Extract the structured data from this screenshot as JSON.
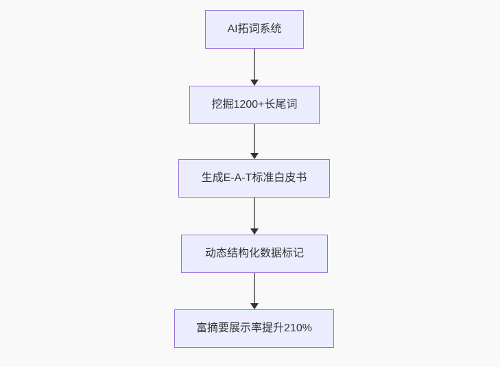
{
  "diagram": {
    "type": "flowchart",
    "direction": "top-down",
    "nodes": [
      {
        "label": "AI拓词系统"
      },
      {
        "label": "挖掘1200+长尾词"
      },
      {
        "label": "生成E-A-T标准白皮书"
      },
      {
        "label": "动态结构化数据标记"
      },
      {
        "label": "富摘要展示率提升210%"
      }
    ],
    "edges": [
      {
        "from": "AI拓词系统",
        "to": "挖掘1200+长尾词"
      },
      {
        "from": "挖掘1200+长尾词",
        "to": "生成E-A-T标准白皮书"
      },
      {
        "from": "生成E-A-T标准白皮书",
        "to": "动态结构化数据标记"
      },
      {
        "from": "动态结构化数据标记",
        "to": "富摘要展示率提升210%"
      }
    ],
    "colors": {
      "node_fill": "#ECECFF",
      "node_border": "#9370DB",
      "edge_line": "#777777",
      "arrowhead": "#333333",
      "text": "#333333",
      "background": "#f9f9f9"
    }
  }
}
